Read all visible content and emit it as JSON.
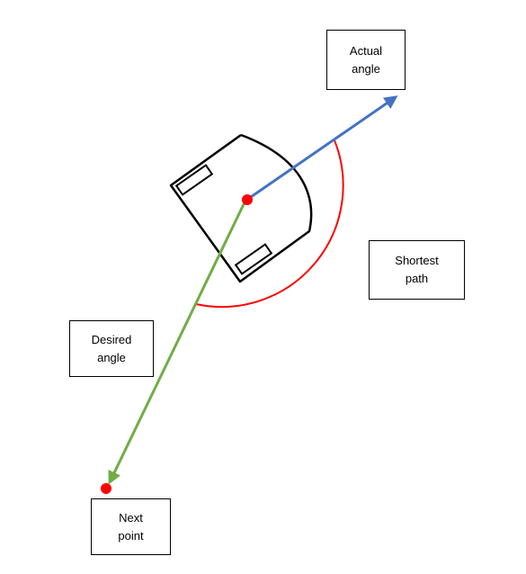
{
  "labels": {
    "actual_angle": {
      "line1": "Actual",
      "line2": "angle"
    },
    "shortest_path": {
      "line1": "Shortest",
      "line2": "path"
    },
    "desired_angle": {
      "line1": "Desired",
      "line2": "angle"
    },
    "next_point": {
      "line1": "Next",
      "line2": "point"
    }
  },
  "colors": {
    "actual_arrow": "#4472C4",
    "desired_arrow": "#70AD47",
    "shortest_arc": "#FF0000",
    "points": "#FF0000",
    "robot_outline": "#000000"
  }
}
